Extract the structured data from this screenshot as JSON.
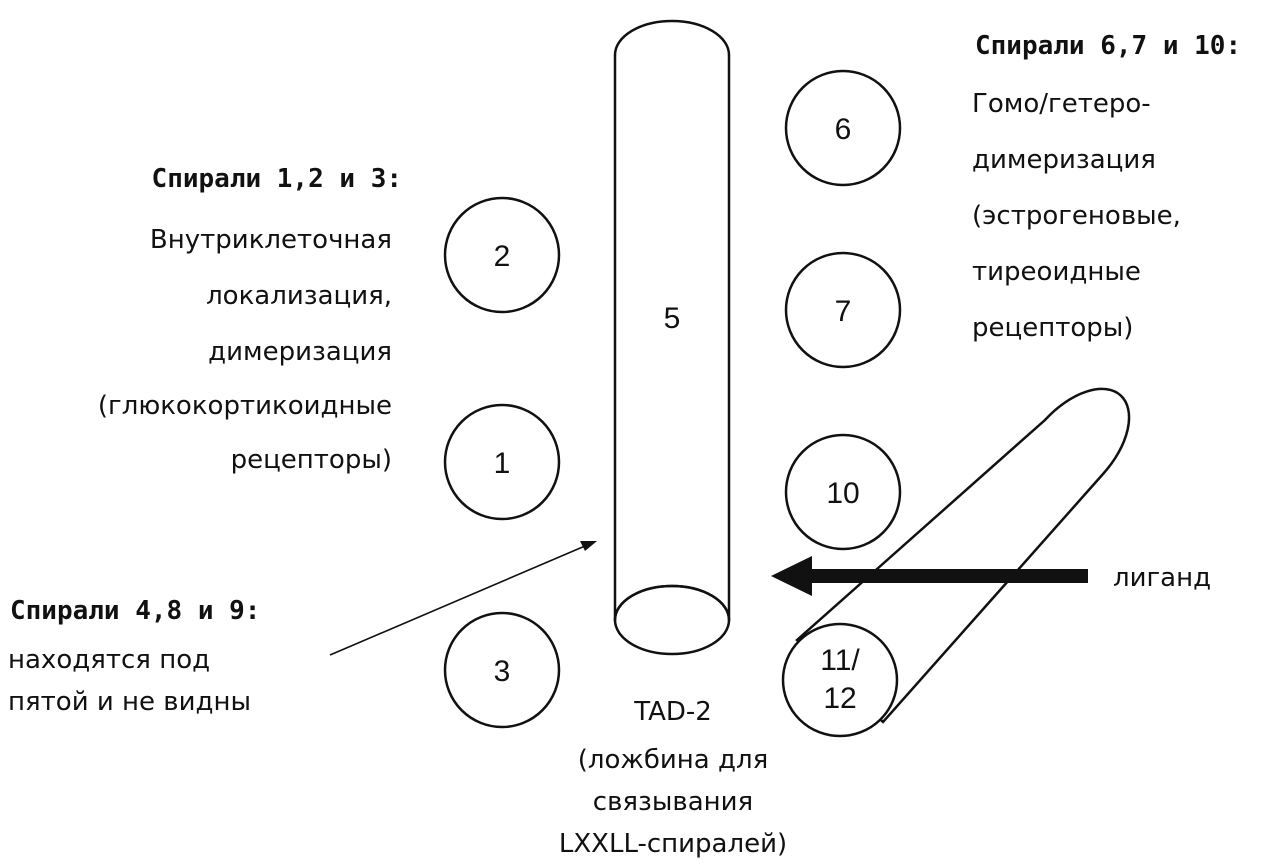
{
  "left_top": {
    "heading": "Спирали 1,2 и 3:",
    "lines": [
      "Внутриклеточная",
      "локализация,",
      "димеризация",
      "(глюкокортикоидные",
      "рецепторы)"
    ]
  },
  "right_top": {
    "heading": "Спирали 6,7 и 10:",
    "lines": [
      "Гомо/гетеро-",
      "димеризация",
      "(эстрогеновые,",
      "тиреоидные",
      "рецепторы)"
    ]
  },
  "left_bottom": {
    "heading": "Спирали 4,8 и 9:",
    "lines": [
      "находятся под",
      "пятой и не видны"
    ]
  },
  "center_bottom": {
    "lines": [
      "TAD-2",
      "(ложбина для",
      "связывания",
      "LXXLL-спиралей)"
    ]
  },
  "ligand_label": "лиганд",
  "helices": {
    "h1": "1",
    "h2": "2",
    "h3": "3",
    "h5": "5",
    "h6": "6",
    "h7": "7",
    "h10": "10",
    "h11_12": [
      "11/",
      "12"
    ]
  }
}
